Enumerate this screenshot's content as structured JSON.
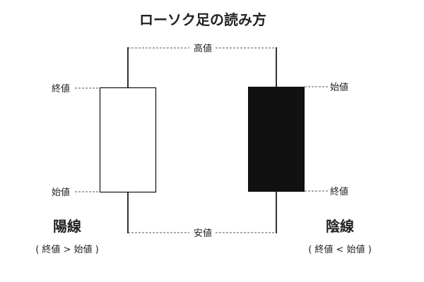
{
  "title": "ローソク足の読み方",
  "labels": {
    "high": "高値",
    "low": "安値",
    "close": "終値",
    "open": "始値"
  },
  "bullish": {
    "name": "陽線",
    "condition": "( 終値 > 始値 )",
    "body_color": "#ffffff"
  },
  "bearish": {
    "name": "陰線",
    "condition": "( 終値 < 始値 )",
    "body_color": "#111111"
  }
}
